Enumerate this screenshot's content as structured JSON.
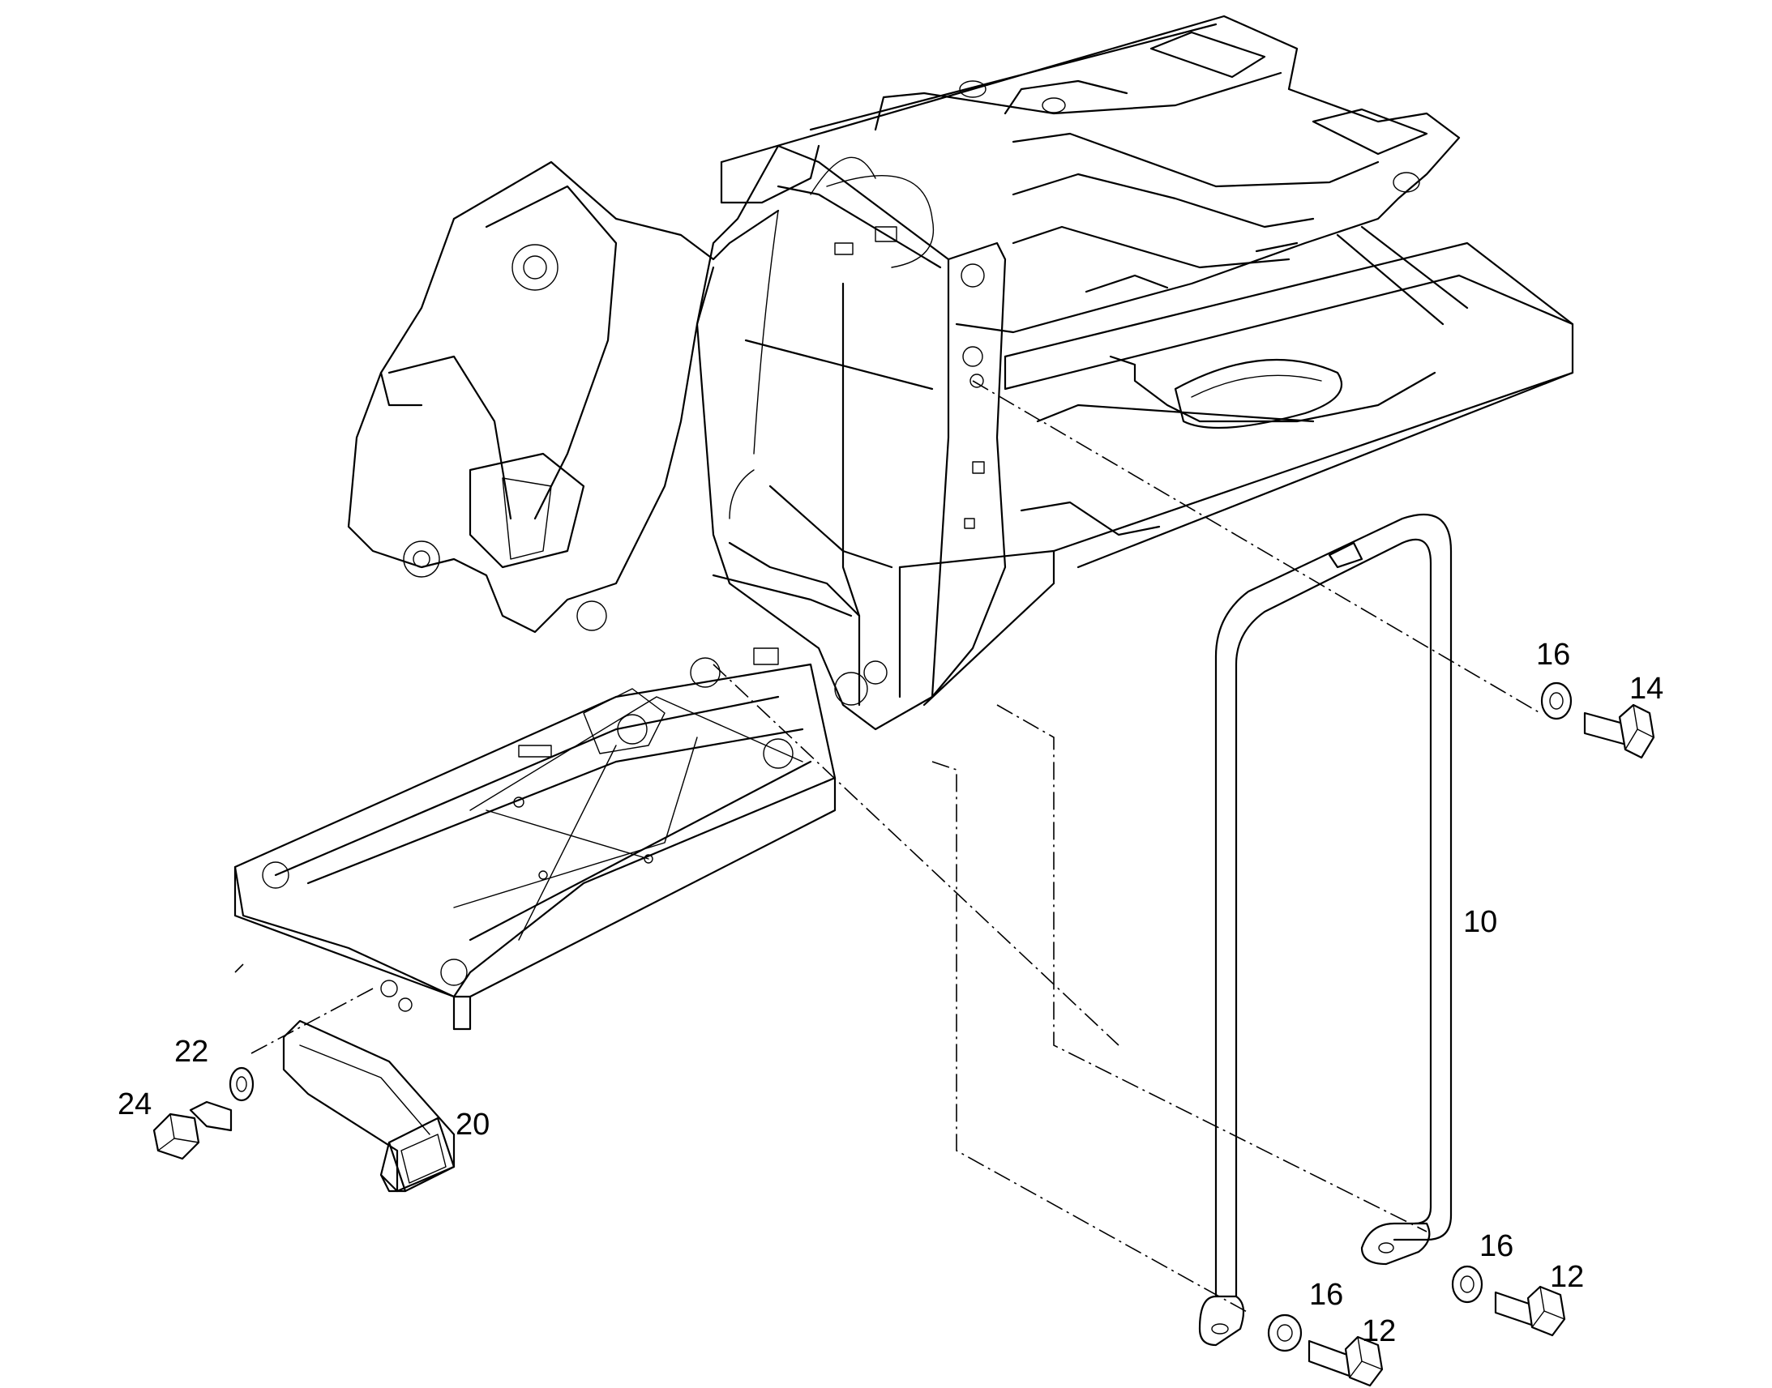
{
  "callouts": {
    "c10": "10",
    "c12a": "12",
    "c12b": "12",
    "c14": "14",
    "c16a": "16",
    "c16b": "16",
    "c16c": "16",
    "c20": "20",
    "c22": "22",
    "c24": "24"
  }
}
